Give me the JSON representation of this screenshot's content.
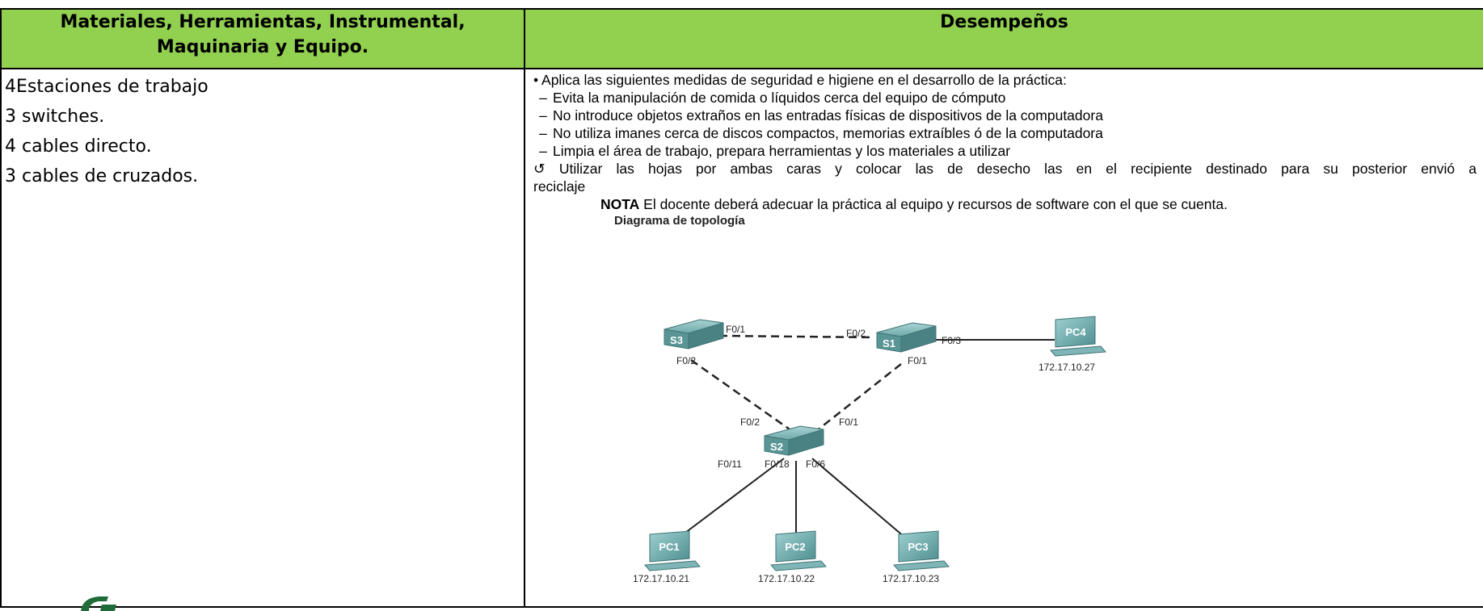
{
  "headers": {
    "left_line1": "Materiales, Herramientas, Instrumental,",
    "left_line2": "Maquinaria y Equipo.",
    "right": "Desempeños"
  },
  "materials": [
    "4Estaciones de trabajo",
    "3 switches.",
    "4 cables directo.",
    "3 cables de cruzados."
  ],
  "performance": {
    "intro": "• Aplica las siguientes medidas de seguridad e higiene en el desarrollo de la práctica:",
    "dash_marker": "–",
    "items": [
      "Evita la manipulación de comida o líquidos cerca del equipo de cómputo",
      "No introduce objetos extraños en las entradas físicas de dispositivos de la computadora",
      "No utiliza imanes cerca de discos compactos, memorias extraíbles ó de la computadora",
      "Limpia el área de trabajo, prepara herramientas y los materiales a utilizar"
    ],
    "recycle_symbol": "↺",
    "recycle_line1": "Utilizar las hojas por ambas caras y colocar las de desecho las en el recipiente destinado para su posterior envió a",
    "recycle_line2": "reciclaje",
    "nota_label": "NOTA",
    "nota_text": " El docente deberá adecuar la práctica al equipo y recursos de software con el que se cuenta."
  },
  "diagram": {
    "title": "Diagrama de topología",
    "switches": {
      "s1": "S1",
      "s2": "S2",
      "s3": "S3"
    },
    "pcs": {
      "pc1": "PC1",
      "pc2": "PC2",
      "pc3": "PC3",
      "pc4": "PC4"
    },
    "ports": {
      "s3_f01": "F0/1",
      "s1_f02": "F0/2",
      "s1_f03": "F0/3",
      "s3_f02": "F0/2",
      "s1_f01": "F0/1",
      "s2_f02": "F0/2",
      "s2_f01": "F0/1",
      "s2_f011": "F0/11",
      "s2_f018": "F0/18",
      "s2_f06": "F0/6"
    },
    "ips": {
      "pc1": "172.17.10.21",
      "pc2": "172.17.10.22",
      "pc3": "172.17.10.23",
      "pc4": "172.17.10.27"
    },
    "colors": {
      "device": "#4c8c8e",
      "device_top": "#8fc2c3",
      "link": "#222222"
    }
  }
}
